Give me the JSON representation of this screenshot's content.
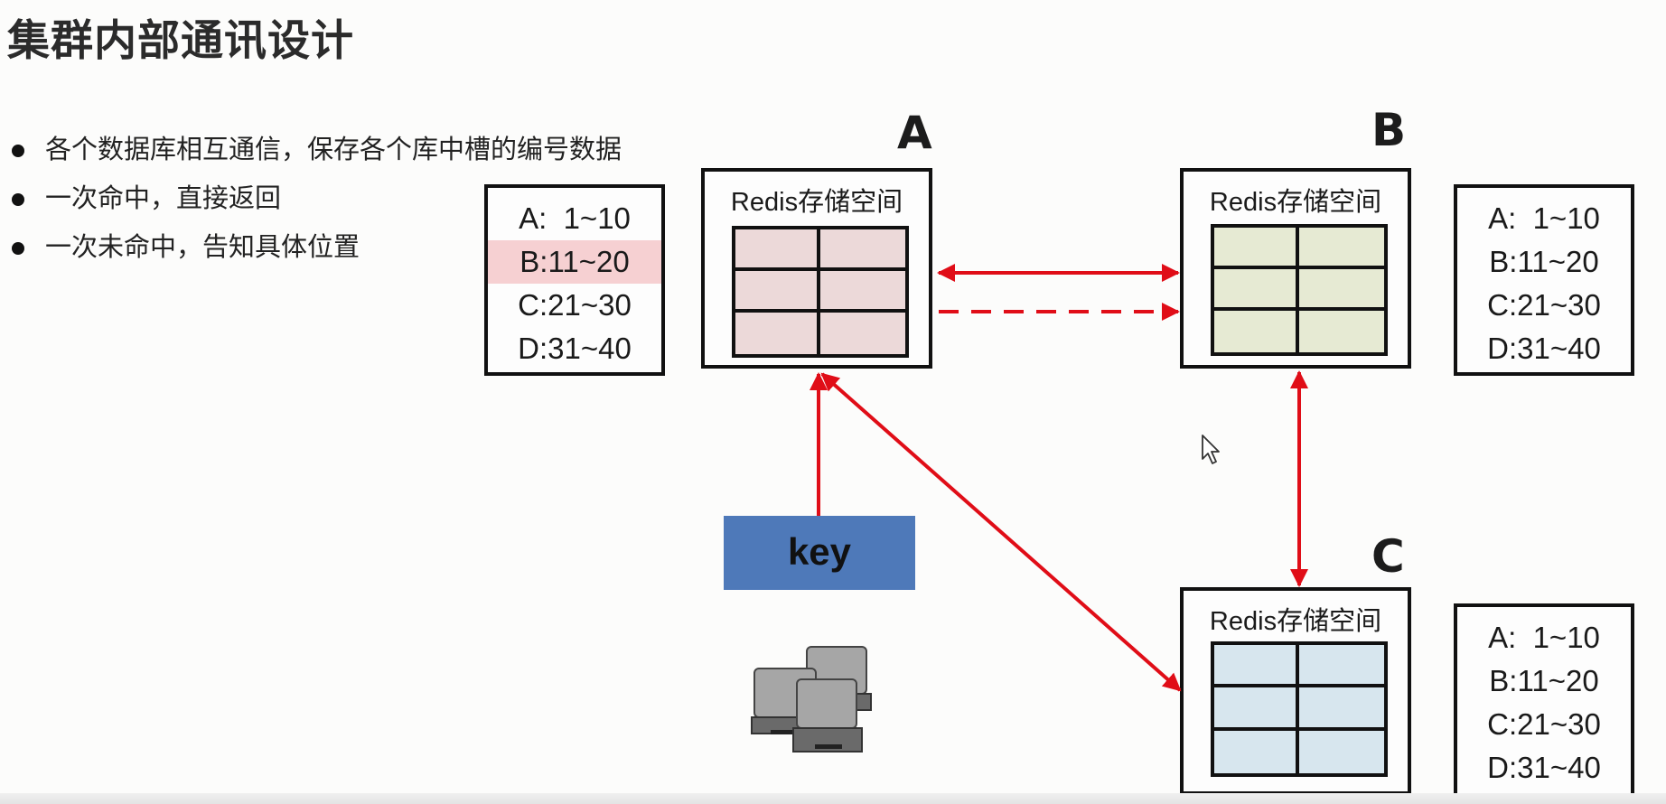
{
  "page": {
    "title": "集群内部通讯设计",
    "bullets": [
      "各个数据库相互通信，保存各个库中槽的编号数据",
      "一次命中，直接返回",
      "一次未命中，告知具体位置"
    ]
  },
  "nodes": {
    "a": {
      "letter": "A",
      "storage_label": "Redis存储空间",
      "fill_color": "#ecd9d9"
    },
    "b": {
      "letter": "B",
      "storage_label": "Redis存储空间",
      "fill_color": "#e6ead3"
    },
    "c": {
      "letter": "C",
      "storage_label": "Redis存储空间",
      "fill_color": "#d7e6ee"
    }
  },
  "slot_tables": {
    "a": [
      "A:  1~10",
      "B:11~20",
      "C:21~30",
      "D:31~40"
    ],
    "b": [
      "A:  1~10",
      "B:11~20",
      "C:21~30",
      "D:31~40"
    ],
    "c": [
      "A:  1~10",
      "B:11~20",
      "C:21~30",
      "D:31~40"
    ],
    "highlight_row": {
      "table": "a",
      "index": 1,
      "color": "#f6d0d2"
    }
  },
  "key_block": {
    "label": "key",
    "color": "#4e79b9"
  },
  "arrow_color": "#e00d17",
  "icons": {
    "client": "computer-cluster-icon",
    "cursor": "mouse-pointer-icon"
  }
}
